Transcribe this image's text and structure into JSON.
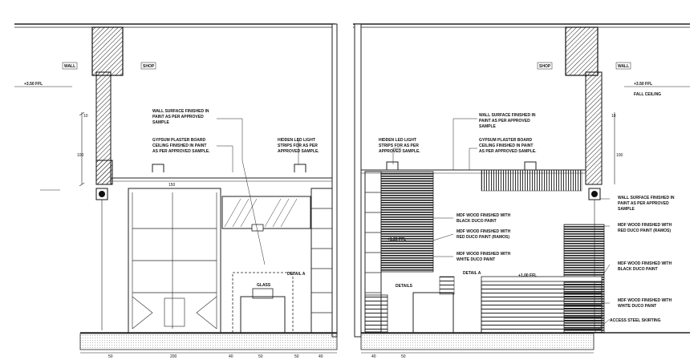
{
  "sheet": {
    "left_section": {
      "wall_tag": "WALL",
      "shop_tag": "SHOP",
      "level_mark": "+3.50 FFL",
      "notes": [
        {
          "lines": [
            "WALL SURFACE FINISHED IN",
            "PAINT AS PER APPROVED",
            "SAMPLE"
          ]
        },
        {
          "lines": [
            "GYPSUM PLASTER BOARD",
            "CEILING FINISHED IN PAINT",
            "AS PER APPROVED SAMPLE."
          ]
        },
        {
          "lines": [
            "HIDDEN LED LIGHT",
            "STRIPS FOR AS PER",
            "APPROVED SAMPLE."
          ]
        }
      ],
      "detail_tag": "DETAIL A",
      "glass_tag": "GLASS",
      "side_dims": [
        "10",
        "100"
      ],
      "top_dim": "150",
      "bottom_dims": [
        "50",
        "200",
        "40",
        "50",
        "50",
        "40"
      ]
    },
    "right_section": {
      "wall_tag": "WALL",
      "shop_tag": "SHOP",
      "level_mark": "+3.50 FFL",
      "level_sub": "FALL CEILING",
      "notes": [
        {
          "lines": [
            "WALL SURFACE FINISHED IN",
            "PAINT AS PER APPROVED",
            "SAMPLE"
          ]
        },
        {
          "lines": [
            "HIDDEN LED LIGHT",
            "STRIPS FOR AS PER",
            "APPROVED SAMPLE."
          ]
        },
        {
          "lines": [
            "GYPSUM PLASTER BOARD",
            "CEILING FINISHED IN PAINT",
            "AS PER APPROVED SAMPLE."
          ]
        },
        {
          "lines": [
            "WALL SURFACE FINISHED IN",
            "PAINT AS PER APPROVED",
            "SAMPLE"
          ]
        },
        {
          "lines": [
            "MDF WOOD FINISHED WITH",
            "BLACK DUCO PAINT"
          ]
        },
        {
          "lines": [
            "MDF WOOD FINISHED WITH",
            "RED DUCO PAINT (RAMOS)"
          ]
        },
        {
          "lines": [
            "MDF WOOD FINISHED WITH",
            "RED DUCO PAINT (RAMOS)"
          ]
        },
        {
          "lines": [
            "MDF WOOD FINISHED WITH",
            "WHITE DUCO PAINT"
          ]
        },
        {
          "lines": [
            "MDF WOOD FINISHED WITH",
            "BLACK DUCO PAINT"
          ]
        },
        {
          "lines": [
            "MDF WOOD FINISHED WITH",
            "WHITE DUCO PAINT"
          ]
        },
        {
          "lines": [
            "ACCESS STEEL SKIRTING"
          ]
        }
      ],
      "detail_tags": [
        "DETAILS",
        "DETAIL A"
      ],
      "level_small": "+1.20 FFL",
      "counter_level": "+1.00 FFL",
      "side_dims": [
        "10",
        "100"
      ],
      "bottom_dims": [
        "40",
        "50"
      ]
    }
  }
}
